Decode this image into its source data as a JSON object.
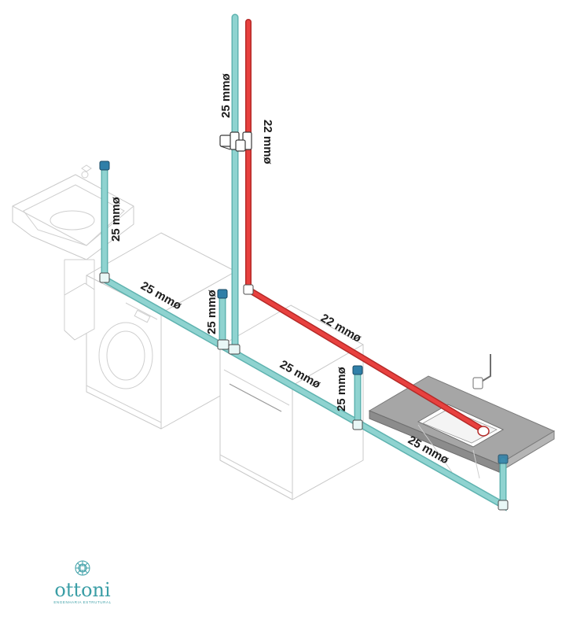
{
  "labels": {
    "riser_cold": "25 mmø",
    "riser_hot": "22 mmø",
    "basin_drop": "25 mmø",
    "main_left": "25 mmø",
    "washer_drop": "25 mmø",
    "hot_branch": "22 mmø",
    "main_mid": "25 mmø",
    "dishwasher_drop": "25 mmø",
    "main_right": "25 mmø"
  },
  "brand": {
    "name": "ottoni",
    "tagline": "ENGENHARIA ESTRUTURAL"
  },
  "colors": {
    "cold_pipe": "#8fd3d0",
    "hot_pipe": "#e8413f",
    "brand": "#3a9ea6"
  }
}
